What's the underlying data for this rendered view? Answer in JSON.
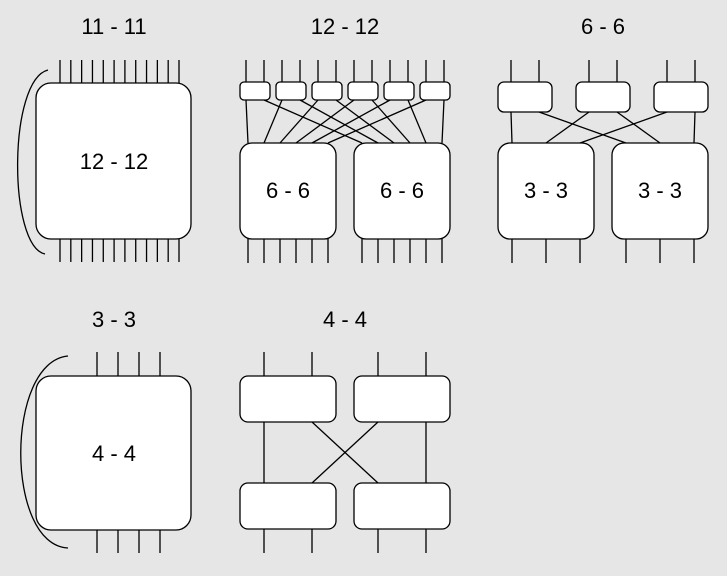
{
  "diagrams": [
    {
      "title": "11 - 11",
      "type": "loop",
      "inner_label": "12 - 12",
      "pins": 12
    },
    {
      "title": "12 - 12",
      "type": "split",
      "top_boxes": 6,
      "bottom_labels": [
        "6 - 6",
        "6 - 6"
      ],
      "pins_per_box": 2
    },
    {
      "title": "6 - 6",
      "type": "split",
      "top_boxes": 3,
      "bottom_labels": [
        "3 - 3",
        "3 - 3"
      ],
      "pins_per_box": 2
    },
    {
      "title": "3 - 3",
      "type": "loop",
      "inner_label": "4 - 4",
      "pins": 4
    },
    {
      "title": "4 - 4",
      "type": "cross",
      "top_boxes": 2,
      "bottom_boxes": 2,
      "pins_per_box": 2
    }
  ]
}
